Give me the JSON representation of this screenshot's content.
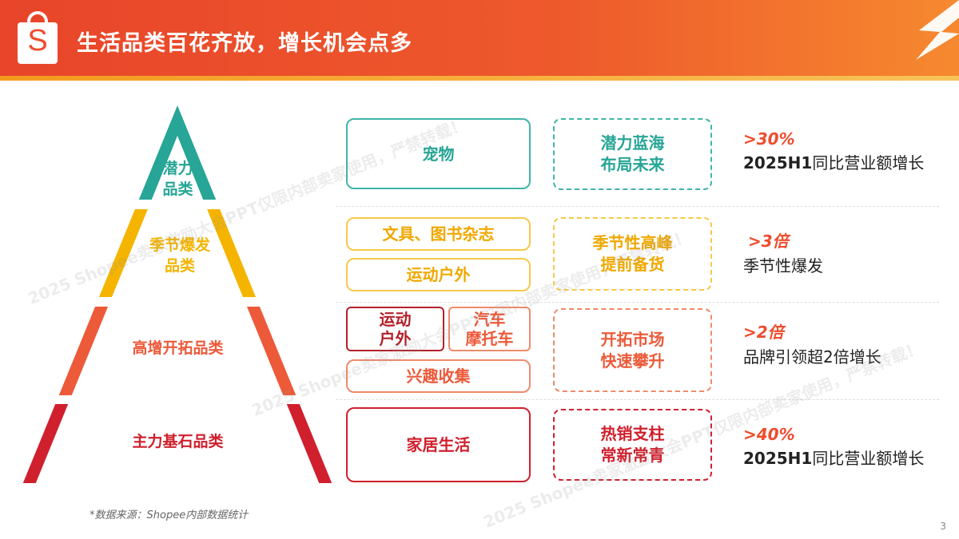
{
  "header": {
    "title": "生活品类百花齐放，增长机会点多",
    "logo": "S"
  },
  "colors": {
    "accent": "#ee4d2d",
    "teal": "#27a596",
    "yellow": "#f5b400",
    "orange": "#ec5a3a",
    "red": "#d0202d"
  },
  "tiers": [
    {
      "label": "潜力\n品类",
      "categories": [
        "宠物"
      ],
      "strategy": "潜力蓝海\n布局未来",
      "stat": ">30%",
      "stat_desc_bold": "2025H1",
      "stat_desc": "同比营业额增长"
    },
    {
      "label": "季节爆发\n品类",
      "categories": [
        "文具、图书杂志",
        "运动户外"
      ],
      "strategy": "季节性高峰\n提前备货",
      "stat": ">3倍",
      "stat_desc_bold": "",
      "stat_desc": "季节性爆发"
    },
    {
      "label": "高增开拓品类",
      "categories": [
        "运动\n户外",
        "汽车\n摩托车",
        "兴趣收集"
      ],
      "strategy": "开拓市场\n快速攀升",
      "stat": ">2倍",
      "stat_desc_bold": "",
      "stat_desc": "品牌引领超2倍增长"
    },
    {
      "label": "主力基石品类",
      "categories": [
        "家居生活"
      ],
      "strategy": "热销支柱\n常新常青",
      "stat": ">40%",
      "stat_desc_bold": "2025H1",
      "stat_desc": "同比营业额增长"
    }
  ],
  "footer": {
    "source": "*数据来源：Shopee内部数据统计",
    "page": "3"
  },
  "watermark": "2025 Shopee卖家激励大会PPT仅限内部卖家使用，严禁转载！"
}
